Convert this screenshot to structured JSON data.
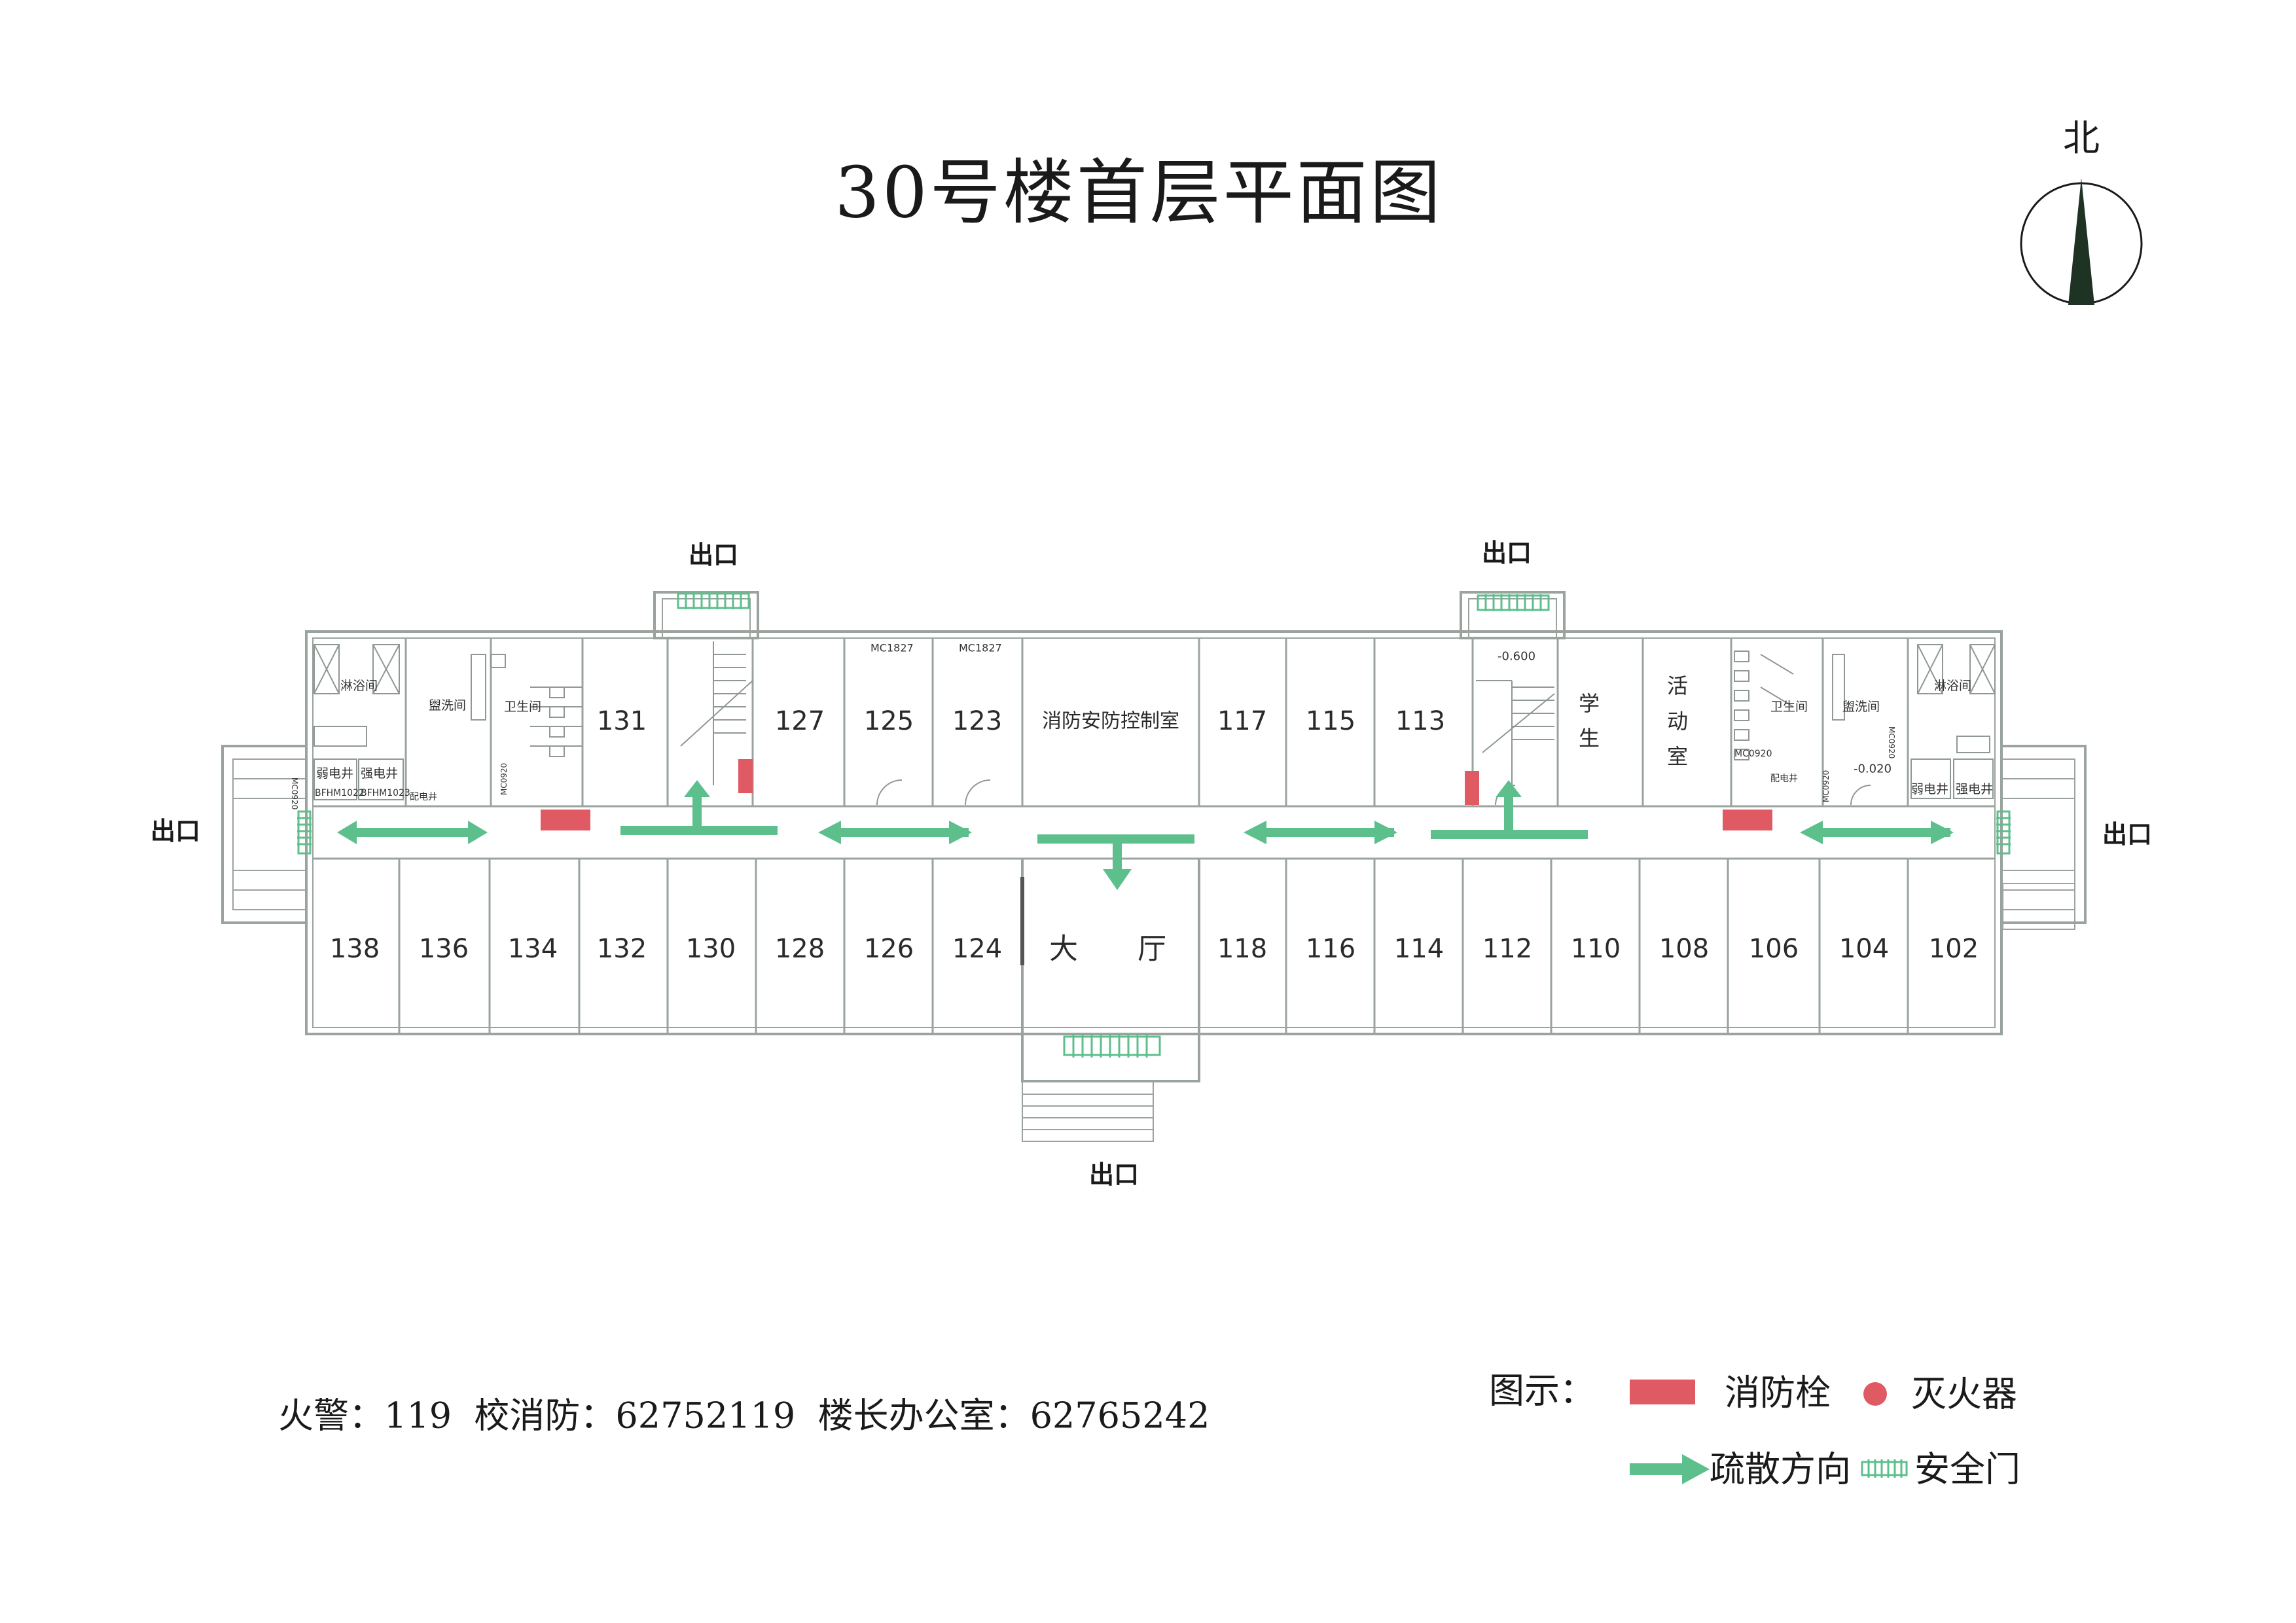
{
  "title": "30号楼首层平面图",
  "north_label": "北",
  "contacts": "火警：119  校消防：62752119  楼长办公室：62765242",
  "legend": {
    "title": "图示：",
    "hydrant": "消防栓",
    "extinguisher": "灭火器",
    "evacuation": "疏散方向",
    "safety_door": "安全门"
  },
  "exits": {
    "north_left": "出口",
    "north_right": "出口",
    "west": "出口",
    "east": "出口",
    "south": "出口"
  },
  "north_rooms": [
    {
      "id": "r131",
      "label": "131"
    },
    {
      "id": "r127",
      "label": "127"
    },
    {
      "id": "r125",
      "label": "125"
    },
    {
      "id": "r123",
      "label": "123"
    },
    {
      "id": "rfire",
      "label": "消防安防控制室"
    },
    {
      "id": "r117",
      "label": "117"
    },
    {
      "id": "r115",
      "label": "115"
    },
    {
      "id": "r113",
      "label": "113"
    }
  ],
  "student_room": {
    "chars": [
      "学",
      "生"
    ]
  },
  "activity_room": {
    "chars": [
      "活",
      "动",
      "室"
    ]
  },
  "south_rooms": [
    "138",
    "136",
    "134",
    "132",
    "130",
    "128",
    "126",
    "124",
    "118",
    "116",
    "114",
    "112",
    "110",
    "108",
    "106",
    "104",
    "102"
  ],
  "hall": {
    "chars": [
      "大",
      "厅"
    ]
  },
  "small_labels": {
    "shower_w": "淋浴间",
    "wash_w": "盥洗间",
    "toilet_w": "卫生间",
    "weak_w": "弱电井",
    "strong_w": "强电井",
    "door_w1": "BFHM1022",
    "door_w2": "BFHM1023",
    "box_w": "配电井",
    "door_w3": "MC0920",
    "door_w4": "MC0920",
    "mc1": "MC1827",
    "mc2": "MC1827",
    "elev1": "-0.600",
    "elev2": "-0.020",
    "shower_e": "淋浴间",
    "wash_e": "盥洗间",
    "toilet_e": "卫生间",
    "weak_e": "弱电井",
    "strong_e": "强电井",
    "box_e": "配电井",
    "door_e1": "MC0920",
    "door_e2": "MC0920",
    "door_e3": "MC0920"
  },
  "colors": {
    "hydrant": "#e05a64",
    "arrow": "#5cbf8c",
    "wall": "#9aa39d",
    "text": "#1a1a1a",
    "compass": "#1f3324"
  }
}
